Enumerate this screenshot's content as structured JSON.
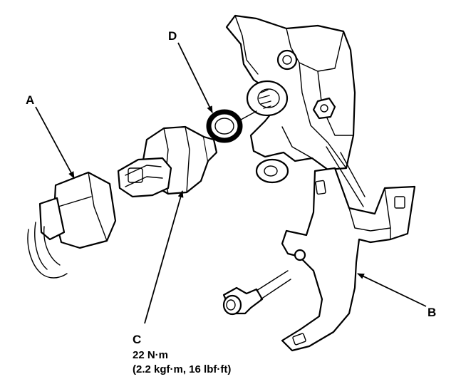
{
  "callouts": {
    "a": "A",
    "b": "B",
    "c": "C",
    "d": "D"
  },
  "torque_spec": {
    "newton_meters": "22 N·m",
    "alt_units": "(2.2 kgf·m, 16 lbf·ft)"
  }
}
